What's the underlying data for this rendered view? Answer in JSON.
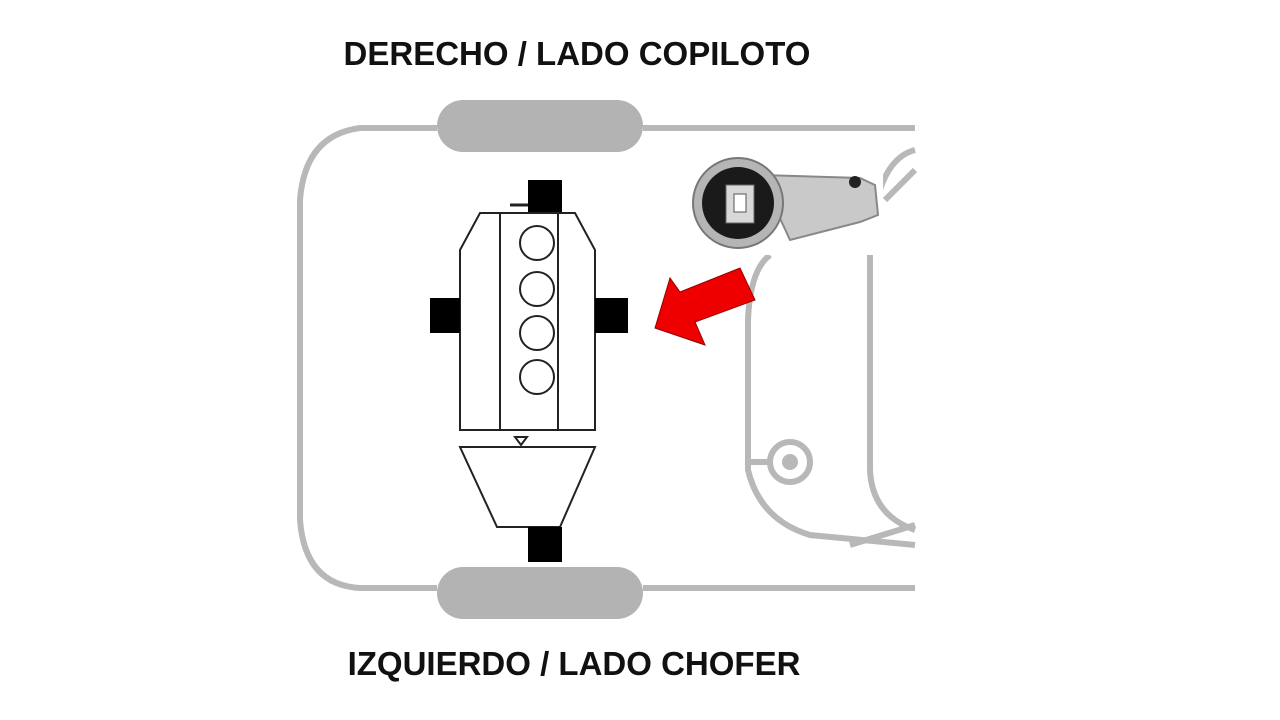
{
  "labels": {
    "top": "DERECHO / LADO COPILOTO",
    "bottom": "IZQUIERDO / LADO CHOFER"
  },
  "colors": {
    "outline": "#b8b8b8",
    "wheel": "#b3b3b3",
    "mount": "#000000",
    "arrow": "#ee0000"
  },
  "icons": [
    "car-outline",
    "engine-block",
    "engine-mount-photo",
    "red-arrow"
  ]
}
